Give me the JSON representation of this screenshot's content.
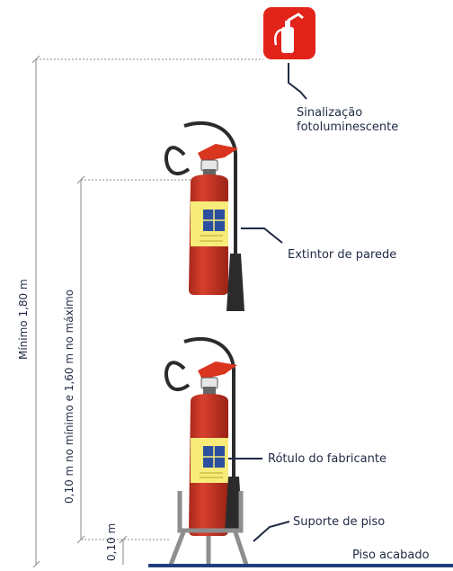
{
  "labels": {
    "sign": [
      "Sinalização",
      "fotoluminescente"
    ],
    "wall_extinguisher": "Extintor de parede",
    "manufacturer_label": "Rótulo do fabricante",
    "floor_stand": "Suporte de piso",
    "finished_floor": "Piso acabado"
  },
  "dimensions": {
    "sign_height": "Mínimo 1,80 m",
    "wall_height": "0,10 m no mínimo e 1,60 m no máximo",
    "stand_height": "0,10 m"
  },
  "icons": {
    "sign": "fire-extinguisher-sign-icon"
  },
  "colors": {
    "sign_red": "#e2231a",
    "cylinder_red": "#c0392b",
    "label_yellow": "#f7ec7a",
    "label_blue": "#2d4fa0",
    "stand_gray": "#8e8e8e",
    "nozzle_dark": "#2b2b2b",
    "annotation": "#1f2a44"
  }
}
